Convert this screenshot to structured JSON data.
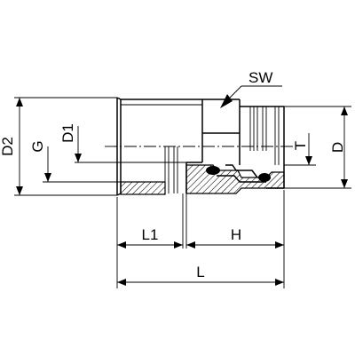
{
  "labels": {
    "sw": "SW",
    "d2": "D2",
    "g": "G",
    "d1": "D1",
    "t": "T",
    "d": "D",
    "l1": "L1",
    "h": "H",
    "l": "L"
  }
}
